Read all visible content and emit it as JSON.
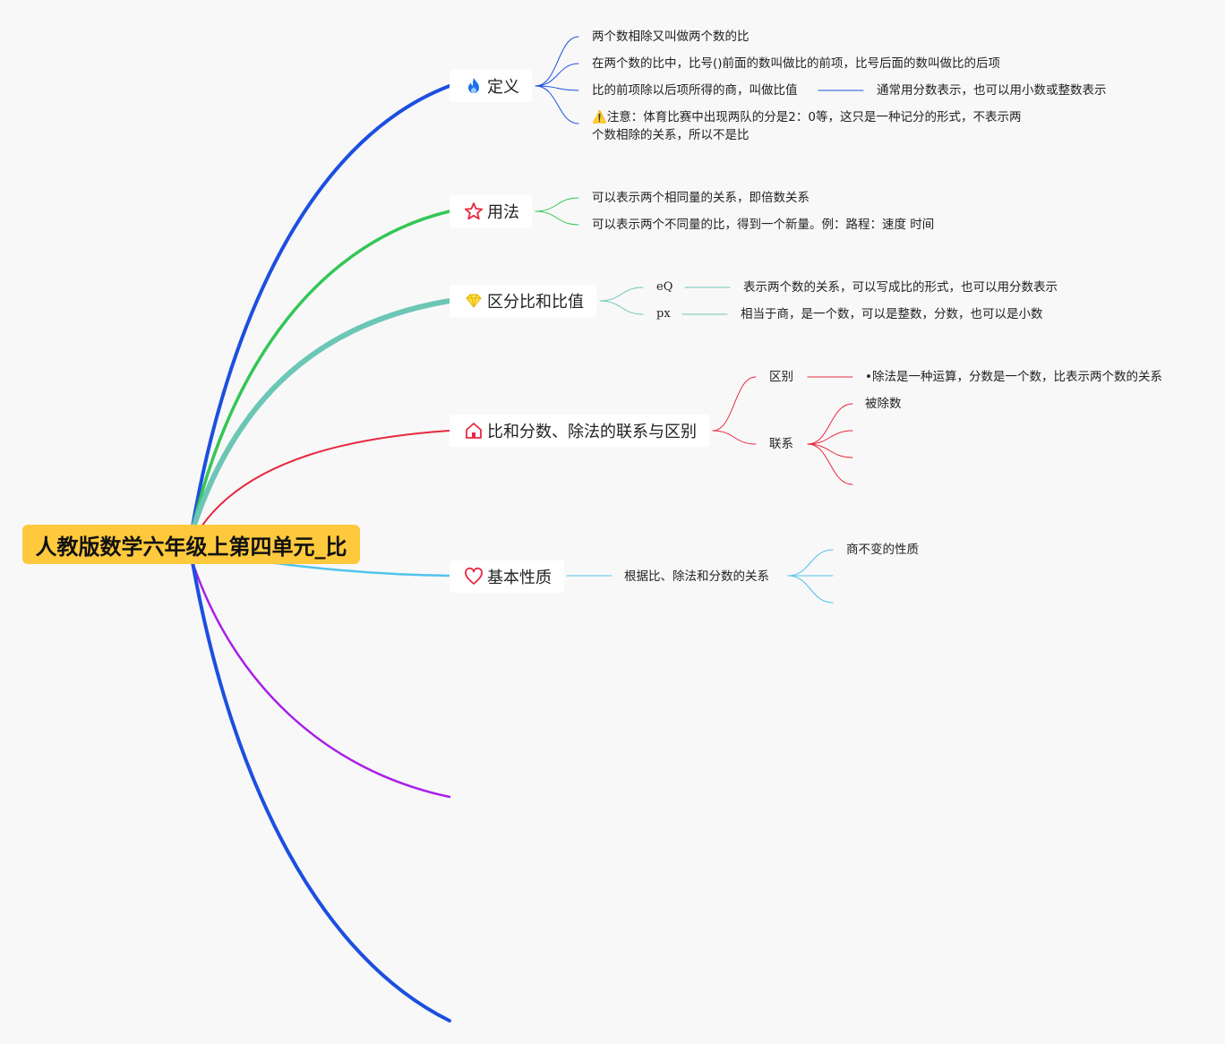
{
  "root": {
    "title": "人教版数学六年级上第四单元_比",
    "color": "#ffc93d"
  },
  "branches": {
    "definition": {
      "label": "定义",
      "icon": "fire-icon",
      "color": "#1c4fe0",
      "items": {
        "0": "两个数相除又叫做两个数的比",
        "1": "在两个数的比中，比号()前面的数叫做比的前项，比号后面的数叫做比的后项",
        "2": "比的前项除以后项所得的商，叫做比值",
        "2b": "通常用分数表示，也可以用小数或整数表示",
        "3a": "⚠️注意：体育比赛中出现两队的分是2：0等，这只是一种记分的形式，不表示两",
        "3b": "个数相除的关系，所以不是比"
      }
    },
    "usage": {
      "label": "用法",
      "icon": "star-icon",
      "color": "#33c655",
      "items": {
        "0": "可以表示两个相同量的关系，即倍数关系",
        "1": "可以表示两个不同量的比，得到一个新量。例：路程：速度   时间"
      }
    },
    "distinguish": {
      "label": "区分比和比值",
      "icon": "diamond-icon",
      "color": "#6cc6b6",
      "items": {
        "eq": "eQ",
        "eq_desc": "表示两个数的关系，可以写成比的形式，也可以用分数表示",
        "px": "px",
        "px_desc": "相当于商，是一个数，可以是整数，分数，也可以是小数"
      }
    },
    "relation": {
      "label": "比和分数、除法的联系与区别",
      "icon": "house-icon",
      "color": "#e8283f",
      "items": {
        "diff": "区别",
        "diff_desc": "•除法是一种运算，分数是一个数，比表示两个数的关系",
        "link": "联系",
        "link_0": "被除数"
      }
    },
    "property": {
      "label": "基本性质",
      "icon": "heart-icon",
      "color": "#52c3ec",
      "items": {
        "0": "根据比、除法和分数的关系",
        "1": "商不变的性质"
      }
    },
    "empty_purple": {
      "color": "#a81fe8"
    },
    "empty_blue": {
      "color": "#1c4fe0"
    }
  }
}
